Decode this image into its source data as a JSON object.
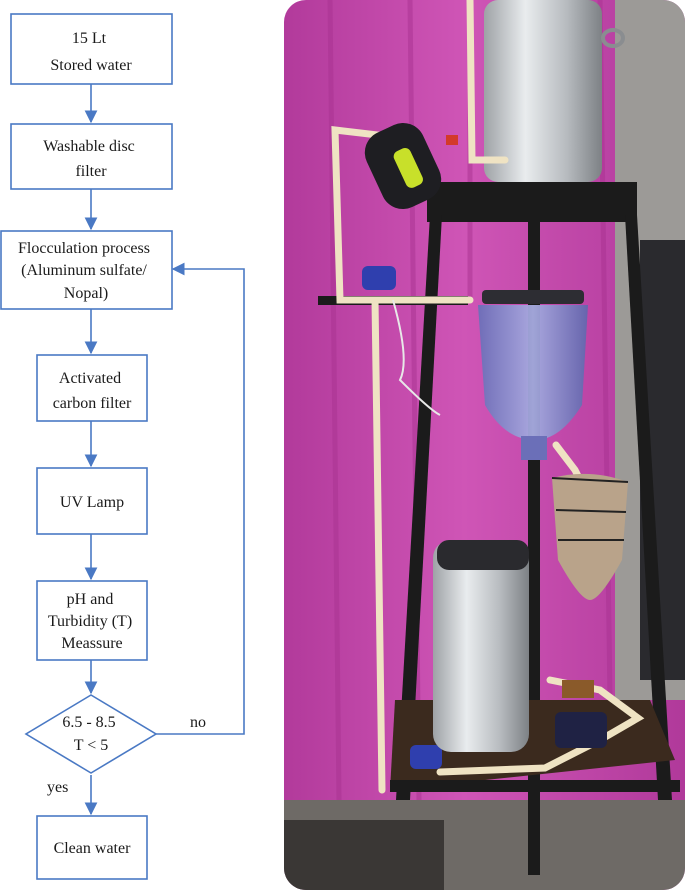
{
  "flowchart": {
    "nodes": [
      {
        "id": "stored",
        "lines": [
          "15 Lt",
          "Stored water"
        ]
      },
      {
        "id": "disc",
        "lines": [
          "Washable disc",
          "filter"
        ]
      },
      {
        "id": "floc",
        "lines": [
          "Flocculation process",
          "(Aluminum sulfate/",
          "Nopal)"
        ]
      },
      {
        "id": "carbon",
        "lines": [
          "Activated",
          "carbon filter"
        ]
      },
      {
        "id": "uv",
        "lines": [
          "UV Lamp"
        ]
      },
      {
        "id": "measure",
        "lines": [
          "pH and",
          "Turbidity (T)",
          "Meassure"
        ]
      },
      {
        "id": "decision",
        "lines": [
          "6.5 - 8.5",
          "T < 5"
        ]
      },
      {
        "id": "clean",
        "lines": [
          "Clean water"
        ]
      }
    ],
    "labels": {
      "no": "no",
      "yes": "yes"
    }
  },
  "colors": {
    "line": "#4a79c4",
    "backdrop": "#c03fa8",
    "frame": "#1b1b1b",
    "pipe": "#efe3c3"
  }
}
